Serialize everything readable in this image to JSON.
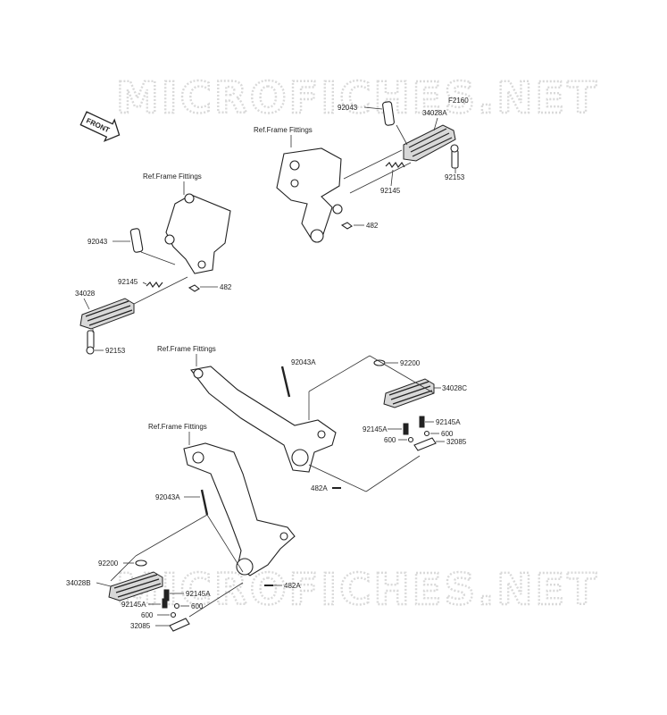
{
  "watermark": "MICROFICHES.NET",
  "front_arrow": "FRONT",
  "ref_frame": "Ref.Frame Fittings",
  "labels": {
    "f2160": "F2160",
    "p92043_tr": "92043",
    "p34028a": "34028A",
    "p92145_tr": "92145",
    "p92153_tr": "92153",
    "p482_tr": "482",
    "p92043_l": "92043",
    "p92145_l": "92145",
    "p482_l": "482",
    "p34028_l": "34028",
    "p92153_l": "92153",
    "p92043a_mr": "92043A",
    "p92200_mr": "92200",
    "p34028c": "34028C",
    "p92145a_mr1": "92145A",
    "p92145a_mr2": "92145A",
    "p600_mr1": "600",
    "p600_mr2": "600",
    "p32085_mr": "32085",
    "p482a_mr": "482A",
    "p92043a_b": "92043A",
    "p92200_b": "92200",
    "p34028b": "34028B",
    "p92145a_b1": "92145A",
    "p92145a_b2": "92145A",
    "p600_b1": "600",
    "p600_b2": "600",
    "p32085_b": "32085",
    "p482a_b": "482A"
  }
}
